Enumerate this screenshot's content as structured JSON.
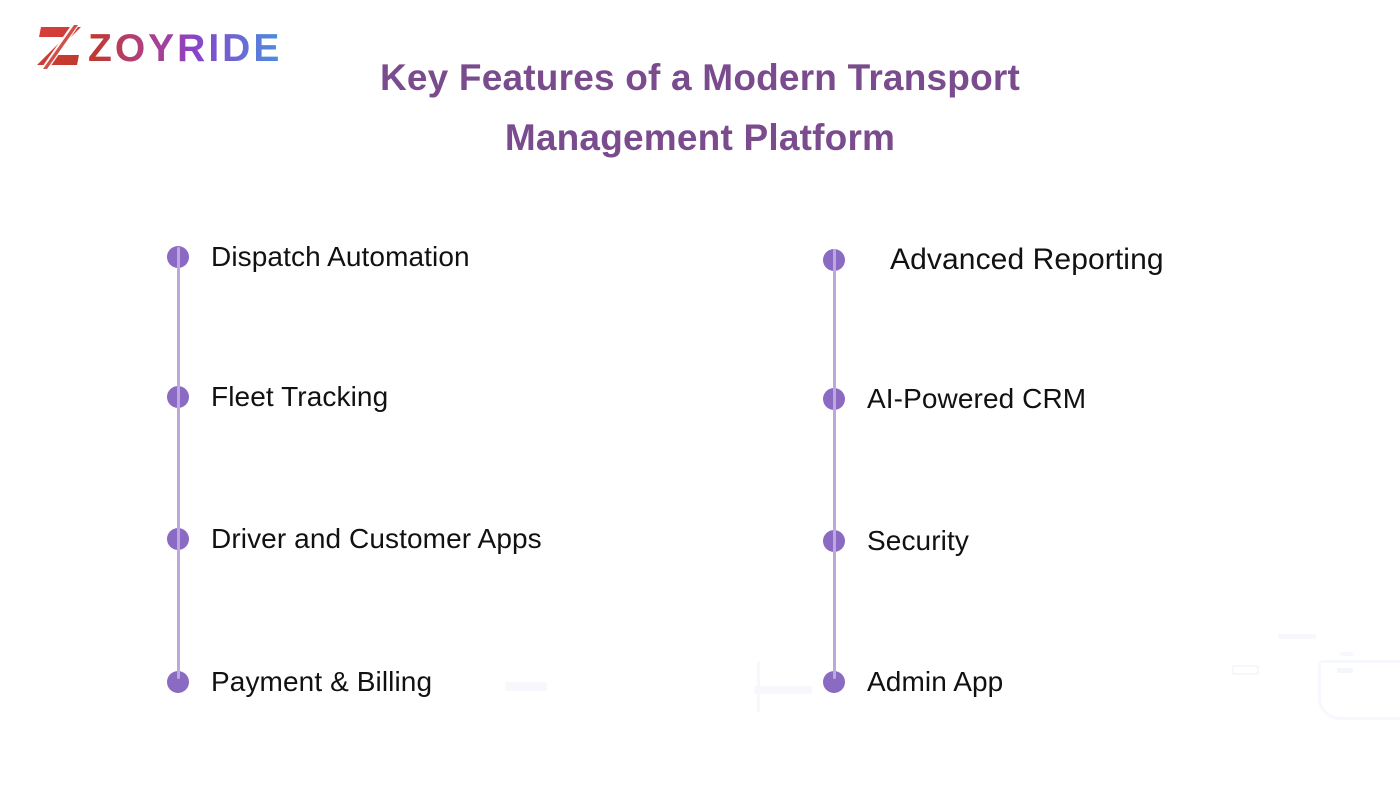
{
  "brand": {
    "logo_mark_icon": "zoyride-z-mark-icon",
    "name": "ZOYRIDE",
    "gradient_start": "#c0392b",
    "gradient_mid": "#8a43c8",
    "gradient_end": "#4a8fe0"
  },
  "heading": {
    "line1": "Key Features of a Modern Transport",
    "line2": "Management Platform",
    "color": "#7a4c8e"
  },
  "theme": {
    "background": "#ffffff",
    "dot_color": "#8a6ac2",
    "line_color": "#bda8dd",
    "label_color": "#111111",
    "watermark_color": "#f7f8fd"
  },
  "columns": [
    {
      "id": "left",
      "items": [
        {
          "label": "Dispatch Automation"
        },
        {
          "label": "Fleet Tracking"
        },
        {
          "label": "Driver and Customer Apps"
        },
        {
          "label": "Payment & Billing"
        }
      ]
    },
    {
      "id": "right",
      "items": [
        {
          "label": "Advanced Reporting"
        },
        {
          "label": "AI-Powered CRM"
        },
        {
          "label": "Security"
        },
        {
          "label": "Admin App"
        }
      ]
    }
  ]
}
